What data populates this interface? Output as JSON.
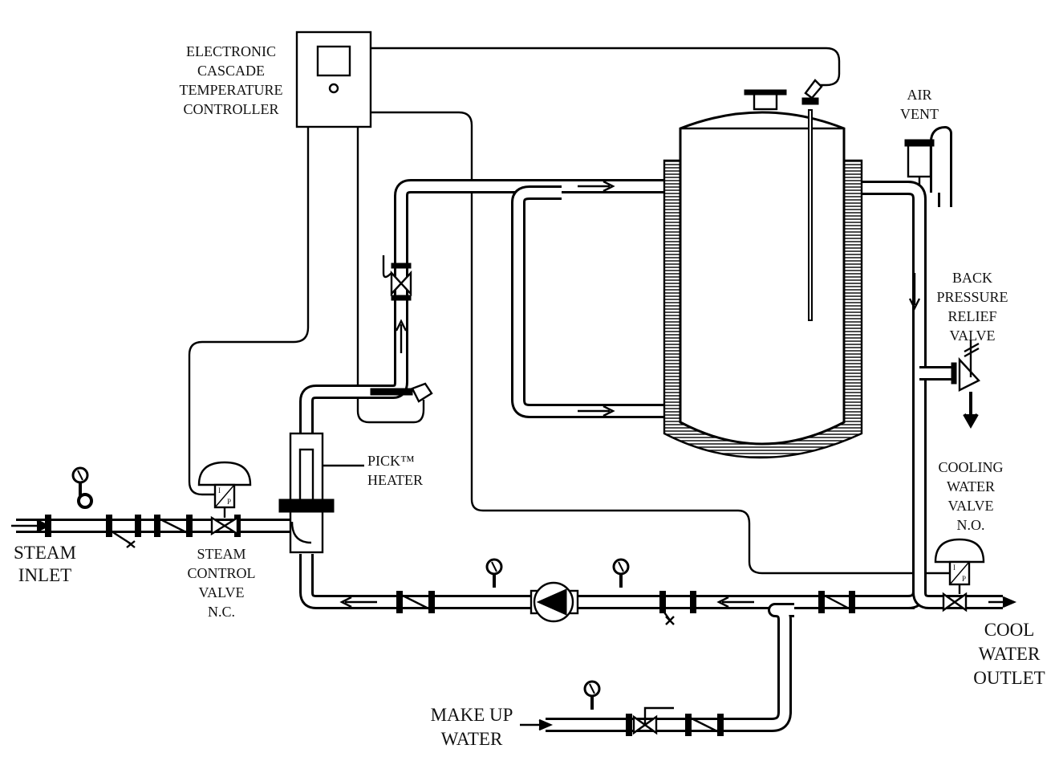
{
  "labels": {
    "controller": [
      "ELECTRONIC",
      "CASCADE",
      "TEMPERATURE",
      "CONTROLLER"
    ],
    "air_vent": [
      "AIR",
      "VENT"
    ],
    "back_pressure": [
      "BACK",
      "PRESSURE",
      "RELIEF",
      "VALVE"
    ],
    "pick_heater": [
      "PICK™",
      "HEATER"
    ],
    "cooling_valve": [
      "COOLING",
      "WATER",
      "VALVE",
      "N.O."
    ],
    "steam_inlet": [
      "STEAM",
      "INLET"
    ],
    "steam_control": [
      "STEAM",
      "CONTROL",
      "VALVE",
      "N.C."
    ],
    "cool_water_outlet": [
      "COOL",
      "WATER",
      "OUTLET"
    ],
    "make_up_water": [
      "MAKE UP",
      "WATER"
    ],
    "actuator_letters": [
      "I",
      "P"
    ]
  },
  "icons": {
    "gauge": "pressure-gauge-icon",
    "check_valve": "check-valve-icon",
    "gate_valve": "gate-valve-icon",
    "pump": "pump-icon",
    "actuator": "diaphragm-actuator-icon",
    "sensor": "temperature-sensor-icon"
  },
  "colors": {
    "line": "#000000",
    "background": "#ffffff"
  }
}
